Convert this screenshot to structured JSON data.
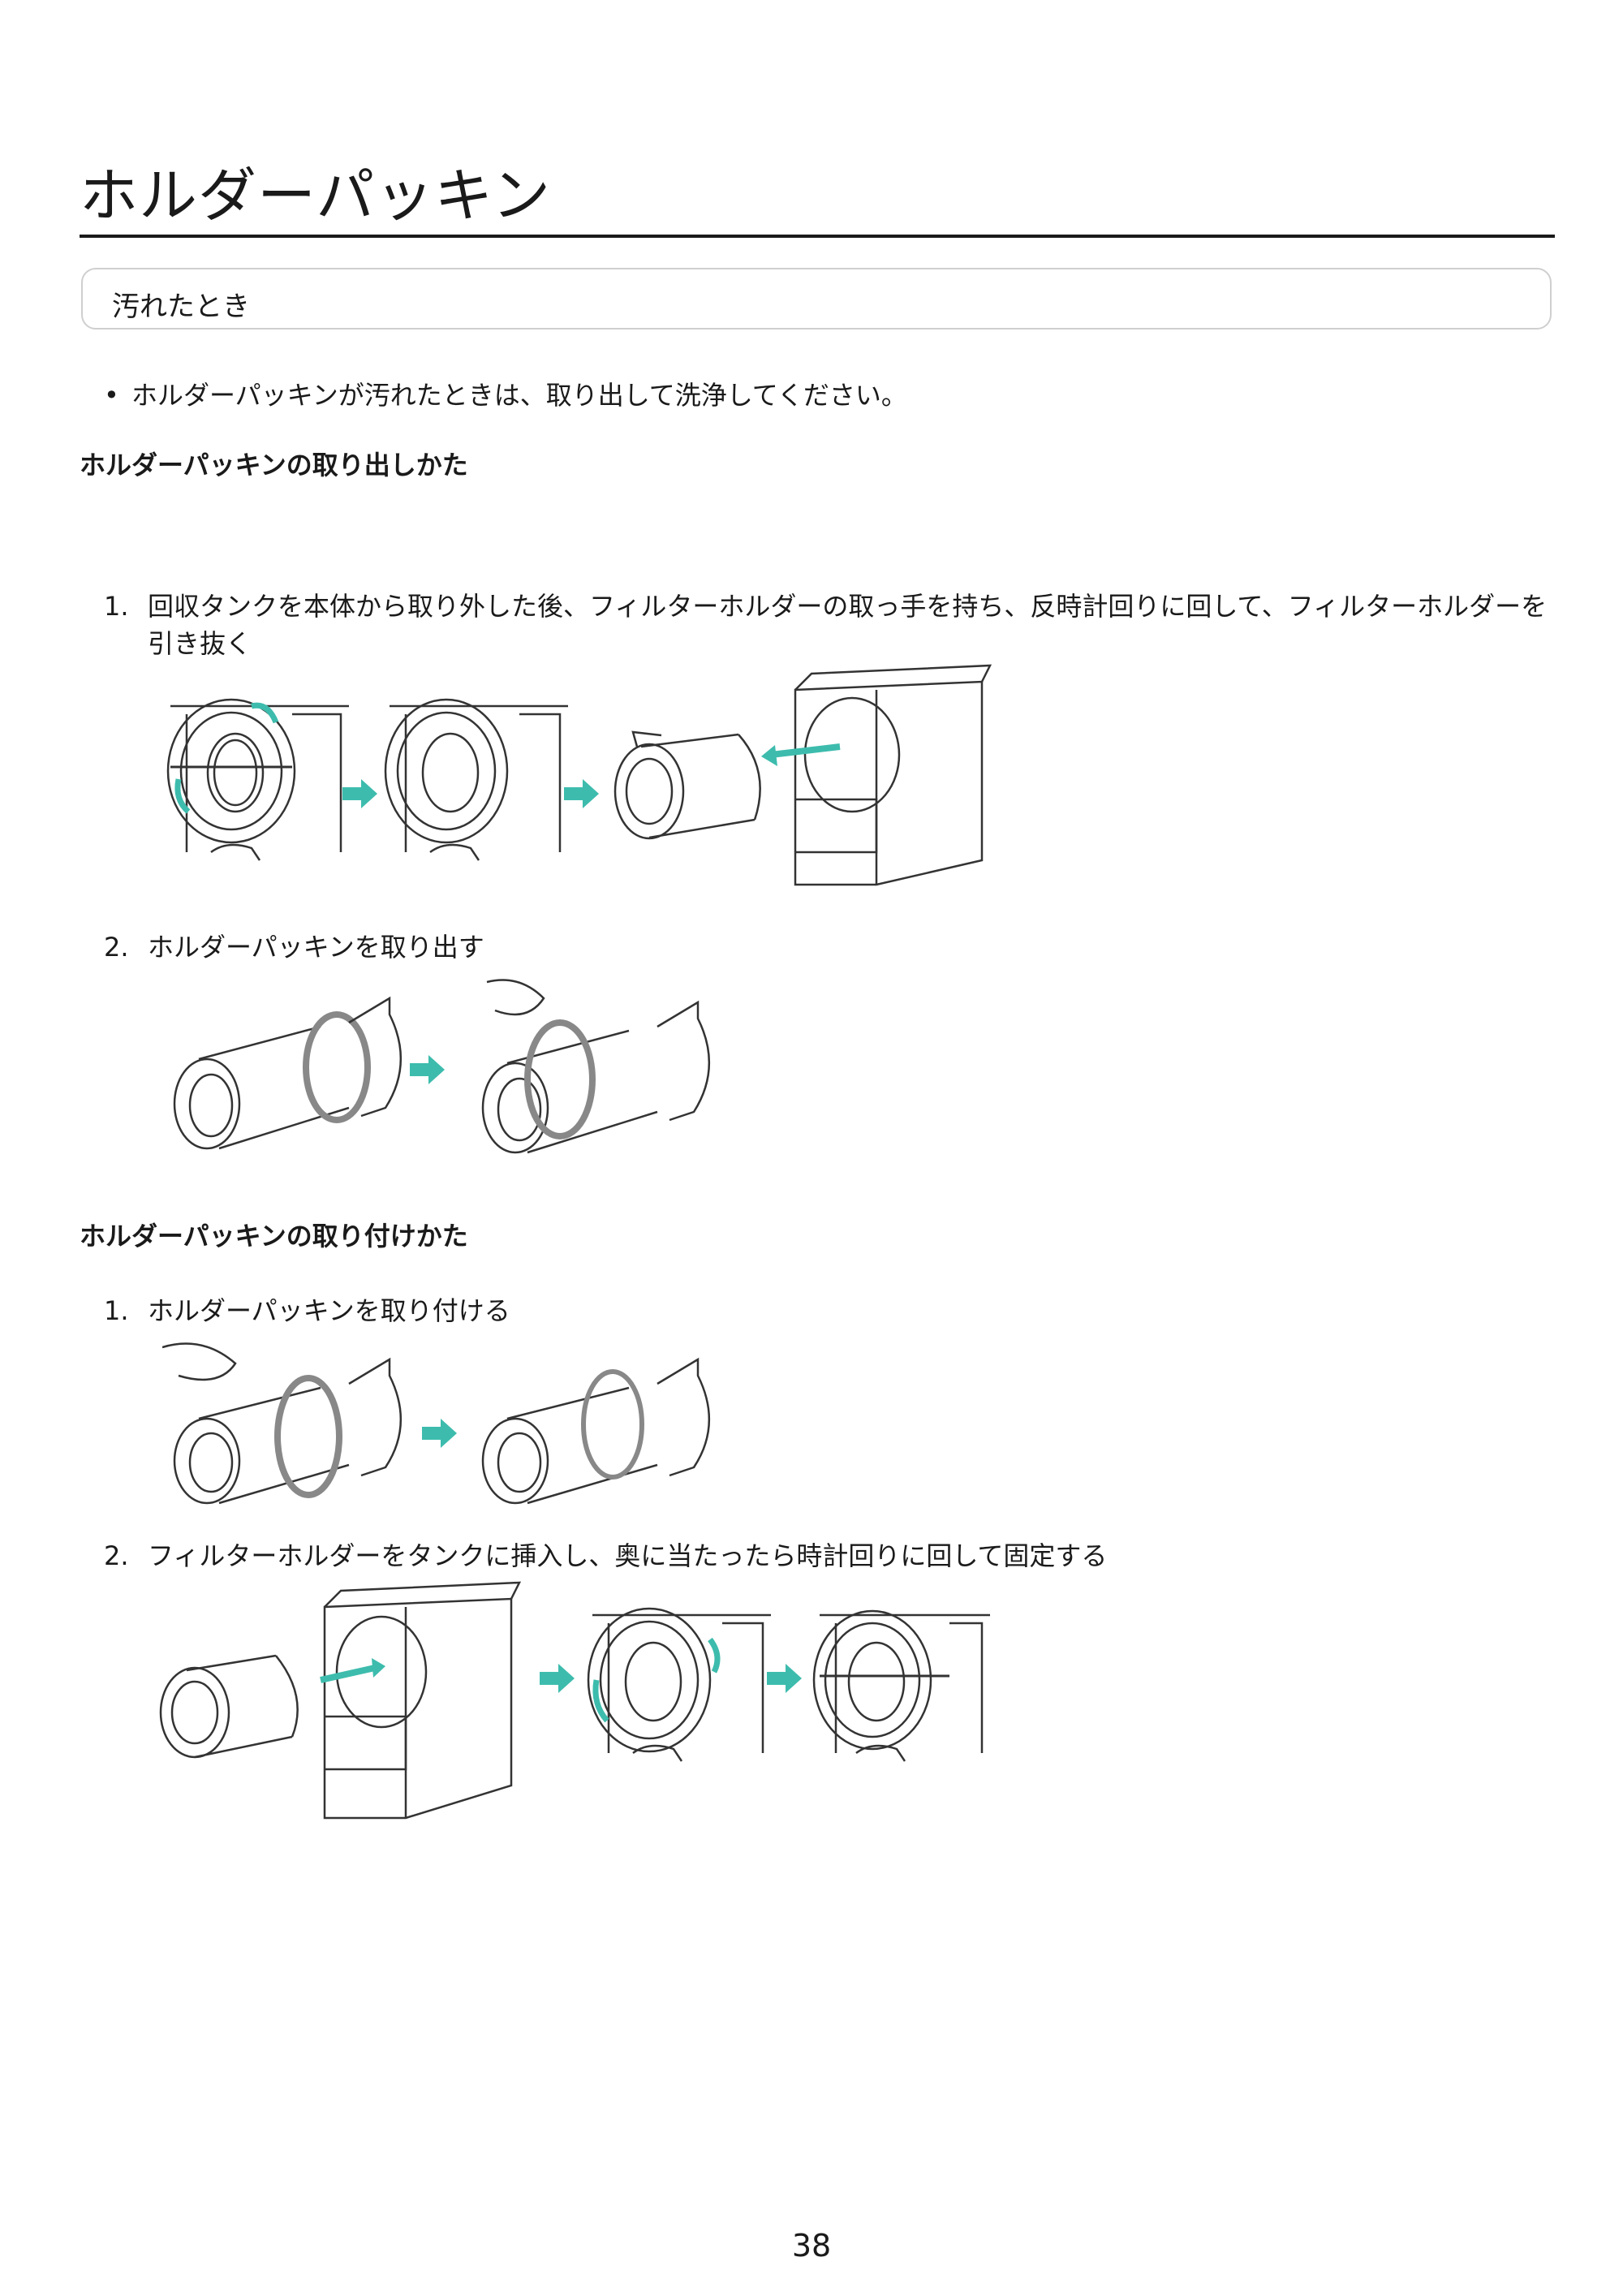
{
  "title": "ホルダーパッキン",
  "condition": "汚れたとき",
  "bullet": "ホルダーパッキンが汚れたときは、取り出して洗浄してください。",
  "removal": {
    "heading": "ホルダーパッキンの取り出しかた",
    "steps": [
      {
        "num": "1.",
        "line1": "回収タンクを本体から取り外した後、フィルターホルダーの取っ手を持ち、反時計回りに回して、フィルターホルダーを",
        "line2": "引き抜く"
      },
      {
        "num": "2.",
        "line1": "ホルダーパッキンを取り出す"
      }
    ]
  },
  "install": {
    "heading": "ホルダーパッキンの取り付けかた",
    "steps": [
      {
        "num": "1.",
        "line1": "ホルダーパッキンを取り付ける"
      },
      {
        "num": "2.",
        "line1": "フィルターホルダーをタンクに挿入し、奥に当たったら時計回りに回して固定する"
      }
    ]
  },
  "accent_color": "#3dbcad",
  "page_number": "38"
}
